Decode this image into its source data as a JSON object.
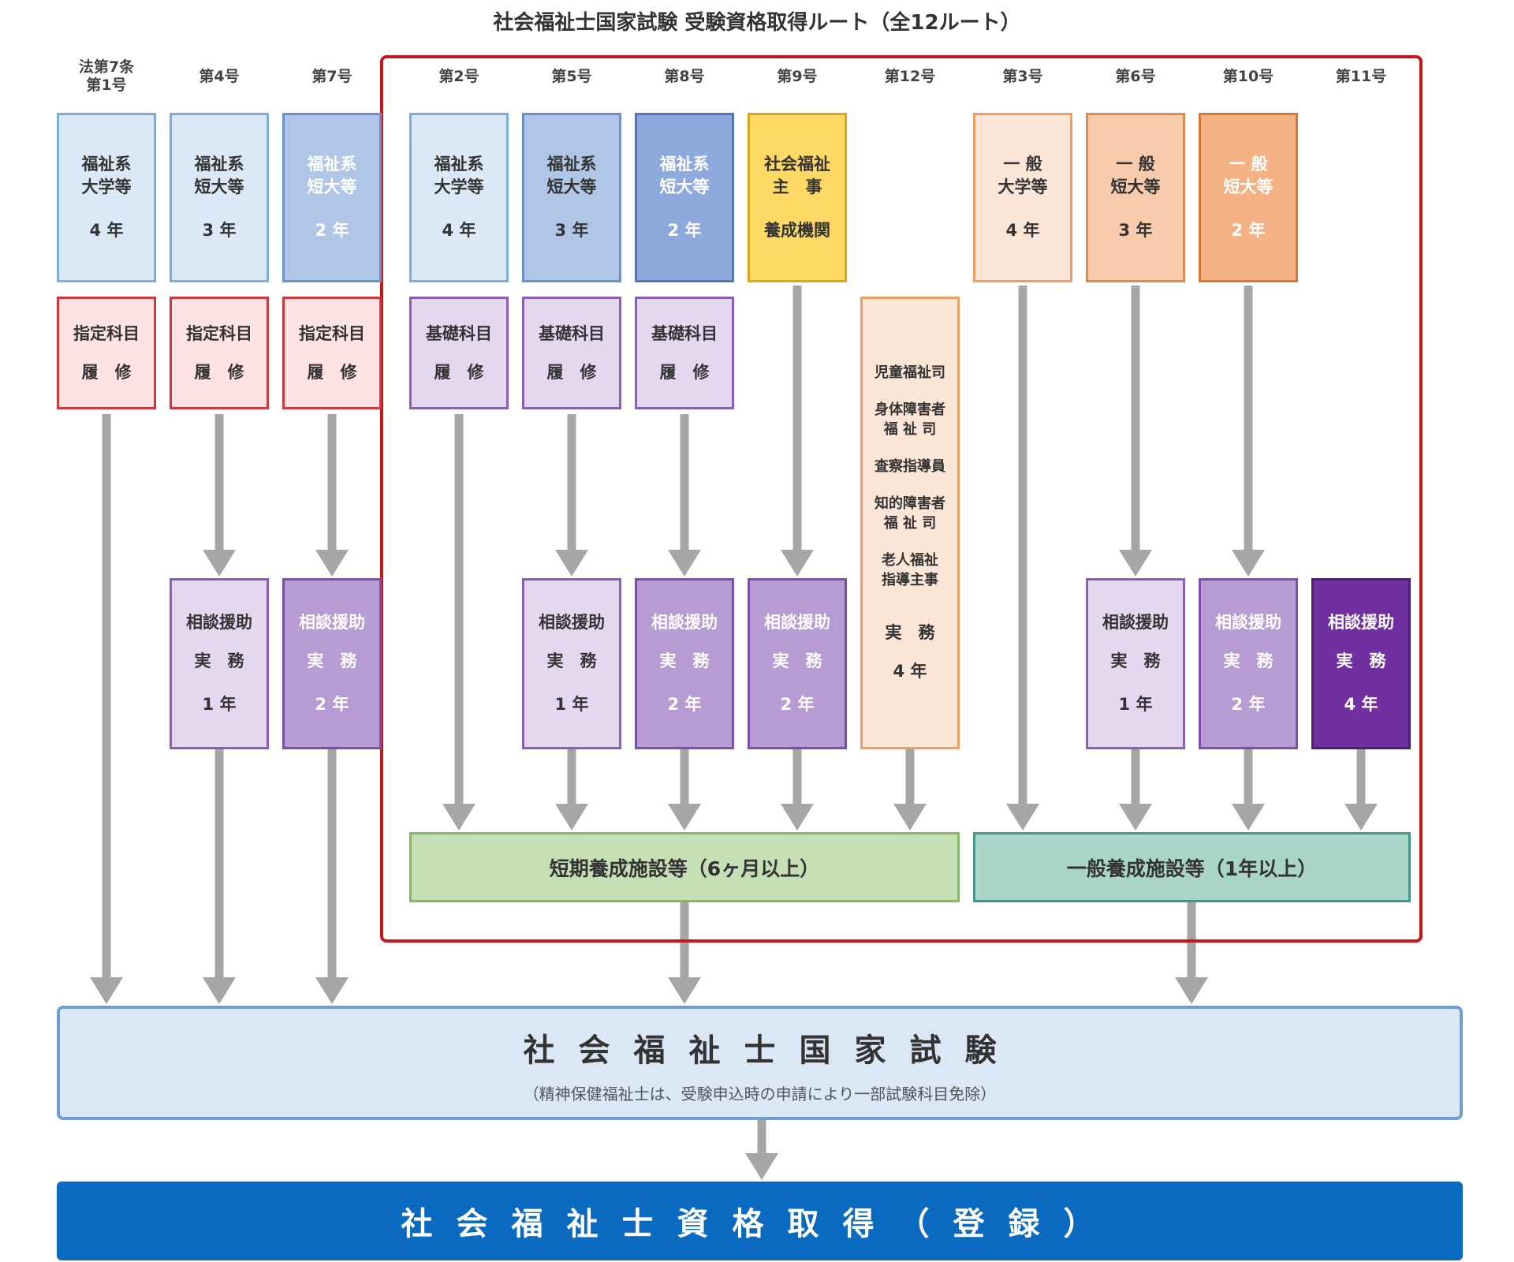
{
  "title": "社会福祉士国家試験 受験資格取得ルート（全12ルート）",
  "colors": {
    "arrow": "#a6a6a6",
    "red_frame": "#c8161d",
    "exam_bg": "#dce7f5",
    "final_bg": "#0a6abf"
  },
  "columns": [
    {
      "label1": "法第7条",
      "label2": "第1号"
    },
    {
      "label1": "第4号",
      "label2": ""
    },
    {
      "label1": "第7号",
      "label2": ""
    },
    {
      "label1": "第2号",
      "label2": ""
    },
    {
      "label1": "第5号",
      "label2": ""
    },
    {
      "label1": "第8号",
      "label2": ""
    },
    {
      "label1": "第9号",
      "label2": ""
    },
    {
      "label1": "第12号",
      "label2": ""
    },
    {
      "label1": "第3号",
      "label2": ""
    },
    {
      "label1": "第6号",
      "label2": ""
    },
    {
      "label1": "第10号",
      "label2": ""
    },
    {
      "label1": "第11号",
      "label2": ""
    }
  ],
  "school_boxes": [
    {
      "line1": "福祉系",
      "line2": "大学等",
      "years": "4 年"
    },
    {
      "line1": "福祉系",
      "line2": "短大等",
      "years": "3 年"
    },
    {
      "line1": "福祉系",
      "line2": "短大等",
      "years": "2 年"
    },
    {
      "line1": "福祉系",
      "line2": "大学等",
      "years": "4 年"
    },
    {
      "line1": "福祉系",
      "line2": "短大等",
      "years": "3 年"
    },
    {
      "line1": "福祉系",
      "line2": "短大等",
      "years": "2 年"
    },
    {
      "line1": "社会福祉",
      "line2": "主　事",
      "years": "養成機関"
    },
    {
      "line1": "一 般",
      "line2": "大学等",
      "years": "4 年"
    },
    {
      "line1": "一 般",
      "line2": "短大等",
      "years": "3 年"
    },
    {
      "line1": "一 般",
      "line2": "短大等",
      "years": "2 年"
    }
  ],
  "course_boxes": [
    {
      "line1": "指定科目",
      "line2": "履　修"
    },
    {
      "line1": "指定科目",
      "line2": "履　修"
    },
    {
      "line1": "指定科目",
      "line2": "履　修"
    },
    {
      "line1": "基礎科目",
      "line2": "履　修"
    },
    {
      "line1": "基礎科目",
      "line2": "履　修"
    },
    {
      "line1": "基礎科目",
      "line2": "履　修"
    }
  ],
  "work_box": {
    "jobs": [
      "児童福祉司",
      "身体障害者",
      "福 祉 司",
      "査察指導員",
      "知的障害者",
      "福 祉 司",
      "老人福祉",
      "指導主事"
    ],
    "work": "実　務",
    "years": "4 年"
  },
  "practice_boxes": [
    {
      "line1": "相談援助",
      "line2": "実　務",
      "years": "1 年"
    },
    {
      "line1": "相談援助",
      "line2": "実　務",
      "years": "2 年"
    },
    {
      "line1": "相談援助",
      "line2": "実　務",
      "years": "1 年"
    },
    {
      "line1": "相談援助",
      "line2": "実　務",
      "years": "2 年"
    },
    {
      "line1": "相談援助",
      "line2": "実　務",
      "years": "2 年"
    },
    {
      "line1": "相談援助",
      "line2": "実　務",
      "years": "1 年"
    },
    {
      "line1": "相談援助",
      "line2": "実　務",
      "years": "2 年"
    },
    {
      "line1": "相談援助",
      "line2": "実　務",
      "years": "4 年"
    }
  ],
  "short_facility": "短期養成施設等（6ヶ月以上）",
  "general_facility": "一般養成施設等（1年以上）",
  "exam": {
    "title": "社会福祉士国家試験",
    "note": "（精神保健福祉士は、受験申込時の申請により一部試験科目免除）"
  },
  "final": "社会福祉士資格取得（登録）"
}
